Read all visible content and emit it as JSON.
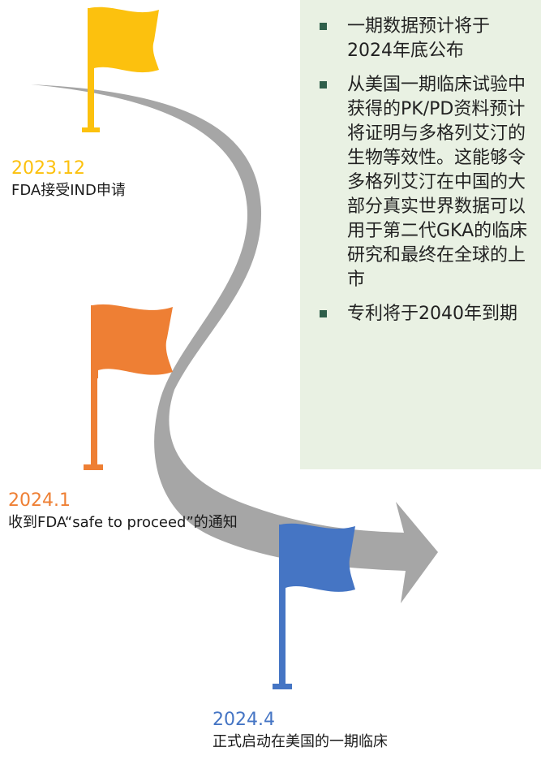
{
  "colors": {
    "flag_yellow": "#fcc10e",
    "flag_orange": "#ee7f34",
    "flag_blue": "#4575c4",
    "path_gray": "#a6a6a6",
    "box_green": "#e9f1e3",
    "bullet": "#2f5f4a"
  },
  "milestones": [
    {
      "date": "2023.12",
      "description": "FDA接受IND申请",
      "icon": "flag-icon",
      "color": "#fcc10e"
    },
    {
      "date": "2024.1",
      "description": "收到FDA“safe to proceed”的通知",
      "icon": "flag-icon",
      "color": "#ee7f34"
    },
    {
      "date": "2024.4",
      "description": "正式启动在美国的一期临床",
      "icon": "flag-icon",
      "color": "#4575c4"
    }
  ],
  "info_box": {
    "bullets": [
      "一期数据预计将于2024年底公布",
      "从美国一期临床试验中获得的PK/PD资料预计将证明与多格列艾汀的生物等效性。这能够令多格列艾汀在中国的大部分真实世界数据可以用于第二代GKA的临床研究和最终在全球的上市",
      "专利将于2040年到期"
    ]
  }
}
